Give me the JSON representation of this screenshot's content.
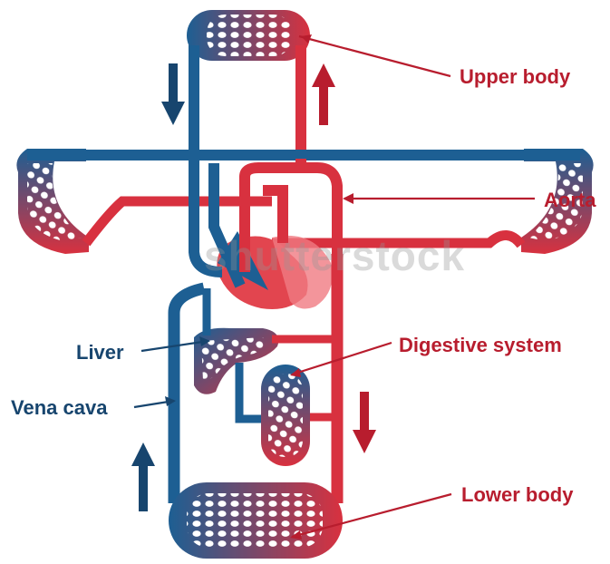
{
  "labels": {
    "upper_body": "Upper body",
    "aorta": "Aorta",
    "digestive_system": "Digestive system",
    "liver": "Liver",
    "vena_cava": "Vena cava",
    "lower_body": "Lower body"
  },
  "watermark": "shutterstock",
  "colors": {
    "oxygenated": "#d8313f",
    "deoxygenated": "#1d5f93",
    "label_red": "#b81d2e",
    "label_blue": "#17456e",
    "arrow_red": "#b81d2e",
    "arrow_blue": "#17456e"
  },
  "flow_arrows": [
    {
      "name": "upper-left-down-arrow",
      "direction": "down",
      "color": "blue"
    },
    {
      "name": "upper-right-up-arrow",
      "direction": "up",
      "color": "red"
    },
    {
      "name": "lower-right-down-arrow",
      "direction": "down",
      "color": "red"
    },
    {
      "name": "lower-left-up-arrow",
      "direction": "up",
      "color": "blue"
    }
  ]
}
